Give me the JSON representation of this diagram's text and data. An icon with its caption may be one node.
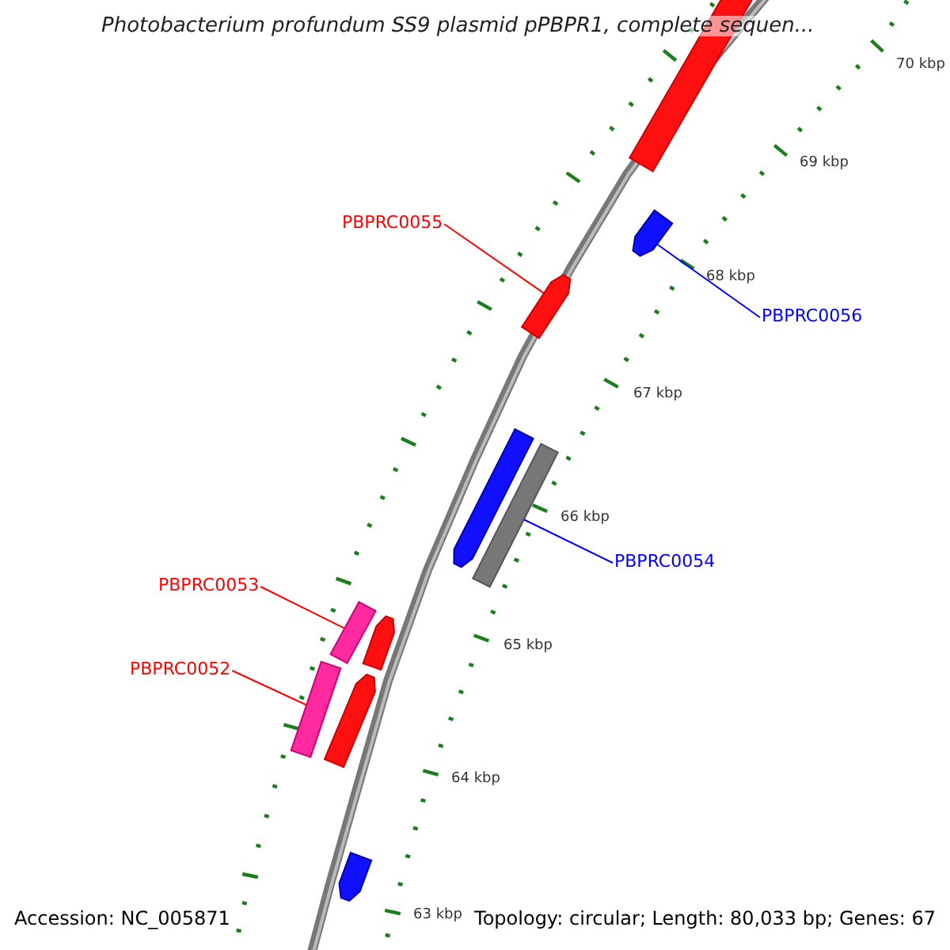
{
  "diagram": {
    "title": "Photobacterium profundum SS9 plasmid pPBPR1, complete sequen...",
    "nodes": [
      {
        "text": [],
        "shape": "box"
      },
      {
        "text": [
          "PBPRC0055"
        ]
      },
      {
        "text": [],
        "shape": "arrow"
      },
      {
        "text": [],
        "shape": "arrow"
      },
      {
        "text": [
          "PBPRC0056"
        ]
      },
      {
        "text": [],
        "shape": "arrow"
      },
      {
        "text": [],
        "shape": "box"
      },
      {
        "text": [
          "PBPRC0054"
        ]
      },
      {
        "text": [
          "PBPRC0053"
        ]
      },
      {
        "text": [],
        "shape": "box"
      },
      {
        "text": [],
        "shape": "arrow"
      },
      {
        "text": [
          "PBPRC0052"
        ]
      },
      {
        "text": [],
        "shape": "box"
      },
      {
        "text": [],
        "shape": "arrow"
      },
      {
        "text": [],
        "shape": "arrow"
      }
    ],
    "edges": [
      {
        "from": 1,
        "to": 3,
        "arrow": "none"
      },
      {
        "from": 4,
        "to": 2,
        "arrow": "none",
        "color": "#0000ff"
      },
      {
        "from": 7,
        "to": 6,
        "arrow": "none",
        "color": "#0000ff"
      },
      {
        "from": 8,
        "to": 9,
        "arrow": "none"
      },
      {
        "from": 11,
        "to": 12,
        "arrow": "none"
      }
    ],
    "labels": [
      "70 kbp",
      "69 kbp",
      "68 kbp",
      "67 kbp",
      "66 kbp",
      "65 kbp",
      "64 kbp",
      "63 kbp",
      "Accession: NC_005871",
      "Topology: circular; Length: 80,033 bp; Genes: 67"
    ]
  }
}
